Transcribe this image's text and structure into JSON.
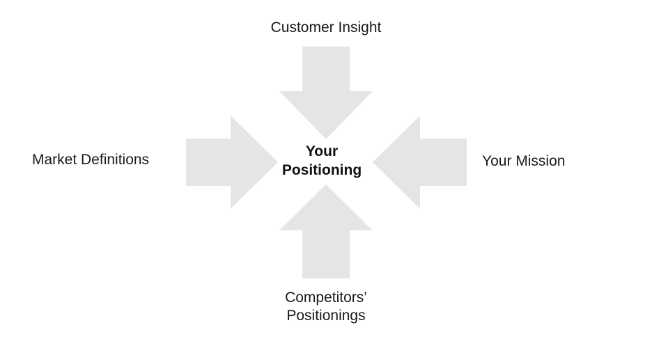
{
  "diagram": {
    "center": {
      "line1": "Your",
      "line2": "Positioning"
    },
    "inputs": {
      "top": "Customer Insight",
      "left": "Market Definitions",
      "right": "Your Mission",
      "bottom_line1": "Competitors’",
      "bottom_line2": "Positionings"
    },
    "colors": {
      "arrow_fill": "#e5e5e5",
      "text": "#1a1a1a",
      "background": "#ffffff"
    }
  }
}
